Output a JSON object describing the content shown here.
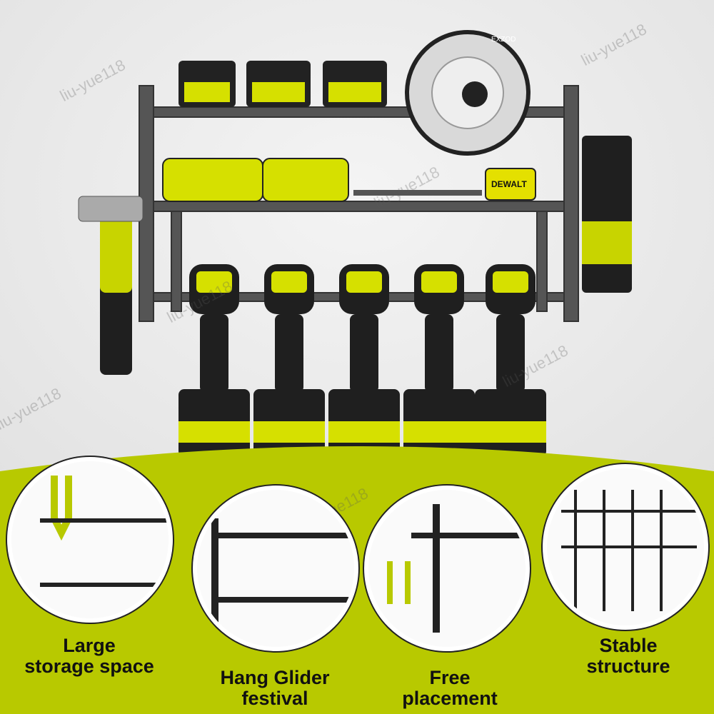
{
  "colors": {
    "accent": "#b8c900",
    "rack": "#5a5a5a",
    "tool_body": "#1f1f1f"
  },
  "watermark": "liu-yue118",
  "features": [
    {
      "label": "Large\nstorage space"
    },
    {
      "label": "Hang Glider\nfestival"
    },
    {
      "label": "Free\nplacement"
    },
    {
      "label": "Stable\nstructure"
    }
  ],
  "product_marks": {
    "saw_brand": "EXZOD",
    "tape_brand": "DEWALT"
  }
}
